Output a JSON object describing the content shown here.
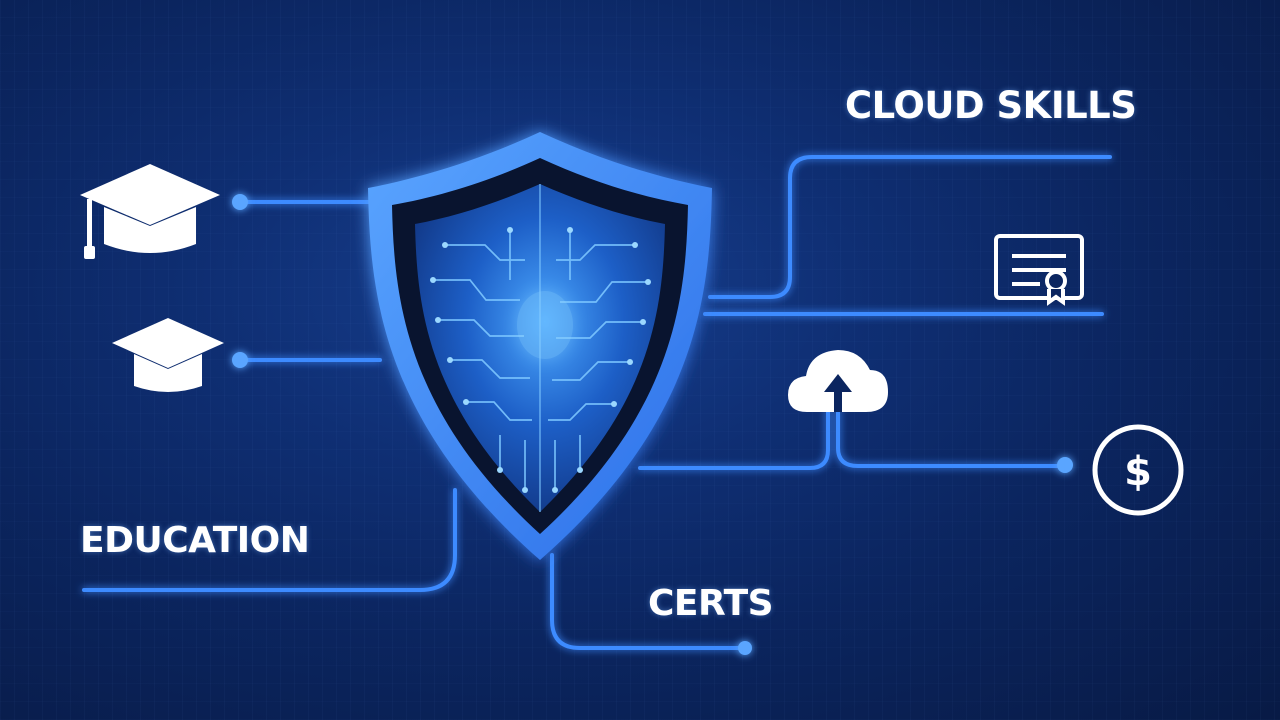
{
  "labels": {
    "cloud_skills": "CLOUD SKILLS",
    "education": "EDUCATION",
    "certs": "CERTS"
  },
  "icons": [
    "graduation-cap-icon",
    "graduation-cap-icon",
    "certificate-icon",
    "cloud-upload-icon",
    "dollar-coin-icon",
    "shield-circuit-icon"
  ],
  "colors": {
    "background": "#0b255f",
    "line": "#3d8bff",
    "glow": "#68b8ff",
    "icon": "#ffffff",
    "shield_dark": "#0a1430"
  }
}
